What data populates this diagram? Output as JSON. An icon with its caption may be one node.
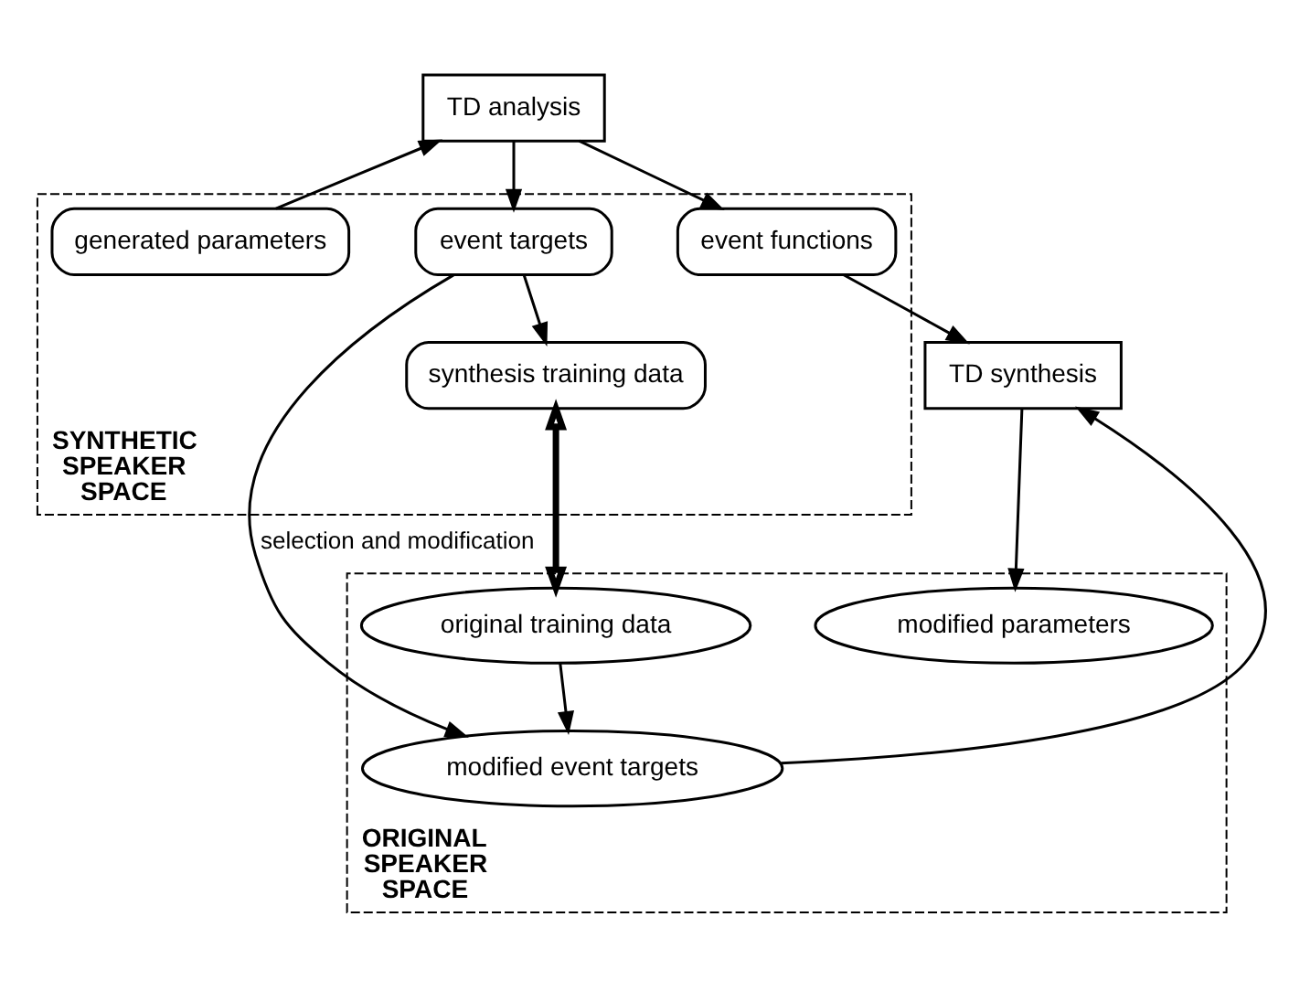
{
  "diagram": {
    "nodes": [
      {
        "text": [
          "SYNTHETIC SPEAKER SPACE"
        ]
      },
      {
        "text": [
          "generated parameters"
        ],
        "in": 0
      },
      {
        "text": [
          "TD analysis"
        ]
      },
      {
        "text": [
          "synthesis training data"
        ],
        "in": 0
      },
      {
        "text": [
          "event targets"
        ],
        "in": 0
      },
      {
        "text": [
          "event functions"
        ],
        "in": 0
      },
      {
        "text": [
          "ORIGINAL SPEAKER SPACE"
        ]
      },
      {
        "text": [
          "original training data"
        ],
        "in": 6
      },
      {
        "text": [
          "modified event targets"
        ],
        "in": 6
      },
      {
        "text": [
          "TD synthesis"
        ]
      },
      {
        "text": [
          "modified parameters"
        ],
        "in": 6
      }
    ],
    "edges": [
      {
        "from": 1,
        "to": 2,
        "arrow": "to"
      },
      {
        "from": 2,
        "to": 4,
        "arrow": "to"
      },
      {
        "from": 2,
        "to": 5,
        "arrow": "to"
      },
      {
        "from": 4,
        "to": 3,
        "arrow": "to"
      },
      {
        "from": 3,
        "to": 7,
        "arrow": "both",
        "style": "thick"
      },
      {
        "from": 4,
        "to": 8,
        "arrow": "to",
        "label": "selection and modification"
      },
      {
        "from": 7,
        "to": 8,
        "arrow": "to"
      },
      {
        "from": 8,
        "to": 9,
        "arrow": "to"
      },
      {
        "from": 5,
        "to": 9,
        "arrow": "to"
      },
      {
        "from": 9,
        "to": 10,
        "arrow": "to"
      }
    ]
  }
}
